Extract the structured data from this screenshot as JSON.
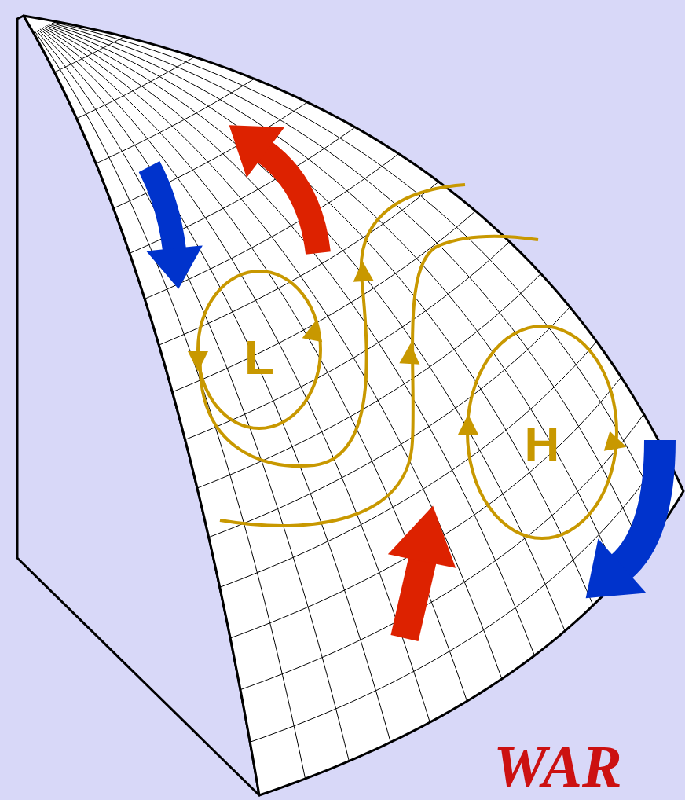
{
  "diagram": {
    "labels": [
      "L",
      "H",
      "WAR"
    ]
  }
}
